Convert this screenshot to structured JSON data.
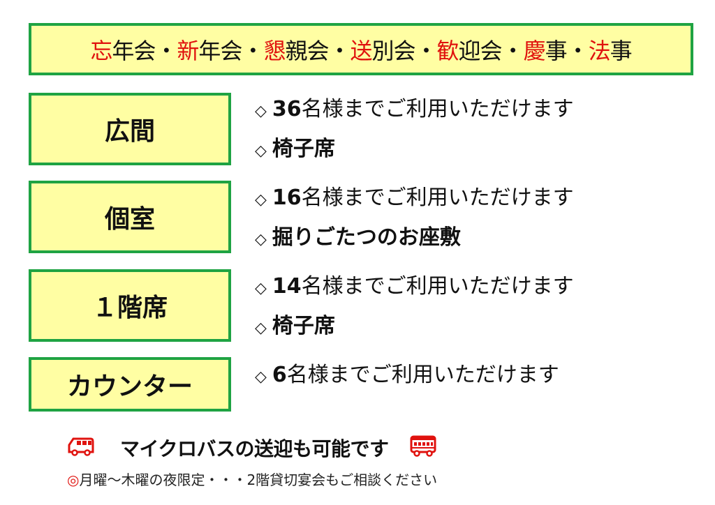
{
  "banner": {
    "items": [
      {
        "accent": "忘",
        "rest": "年会"
      },
      {
        "accent": "新",
        "rest": "年会"
      },
      {
        "accent": "懇",
        "rest": "親会"
      },
      {
        "accent": "送",
        "rest": "別会"
      },
      {
        "accent": "歓",
        "rest": "迎会"
      },
      {
        "accent": "慶",
        "rest": "事"
      },
      {
        "accent": "法",
        "rest": "事"
      }
    ],
    "separator": "・",
    "accent_color": "#e0120e",
    "border_color": "#1fa343",
    "background_color": "#fffea3"
  },
  "rooms": [
    {
      "name": "広間",
      "diamond": "◇",
      "capacity_num": "36",
      "capacity_text": "名様までご利用いただけます",
      "feature": "椅子席"
    },
    {
      "name": "個室",
      "diamond": "◇",
      "capacity_num": "16",
      "capacity_text": "名様までご利用いただけます",
      "feature": "掘りごたつのお座敷"
    },
    {
      "name": "１階席",
      "diamond": "◇",
      "capacity_num": "14",
      "capacity_text": "名様までご利用いただけます",
      "feature": "椅子席"
    },
    {
      "name": "カウンター",
      "diamond": "◇",
      "capacity_num": "6",
      "capacity_text": "名様までご利用いただけます"
    }
  ],
  "bus": {
    "title": "マイクロバスの送迎も可能です",
    "left_icon": "van-icon",
    "right_icon": "bus-icon",
    "icon_color": "#e0120e"
  },
  "note": {
    "mark": "◎",
    "text": "月曜～木曜の夜限定・・・2階貸切宴会もご相談ください"
  }
}
